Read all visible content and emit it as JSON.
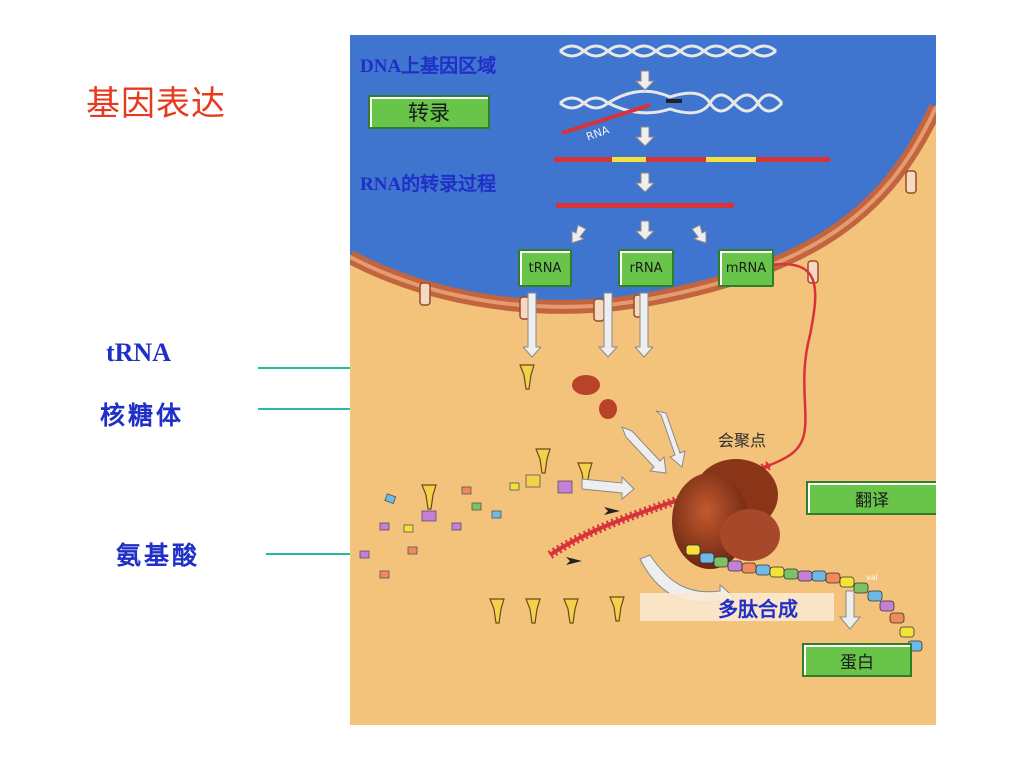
{
  "slide": {
    "title": "基因表达",
    "labels": {
      "trna": "tRNA",
      "ribosome": "核糖体",
      "amino_acid": "氨基酸"
    },
    "leader_color": "#27b9a2"
  },
  "diagram": {
    "heading_dna": "DNA上基因区域",
    "heading_rna": "RNA的转录过程",
    "strand_rna_label": "RNA",
    "boxes": {
      "transcription": "转录",
      "trna": "tRNA",
      "rrna": "rRNA",
      "mrna": "mRNA",
      "translation": "翻译",
      "protein": "蛋白"
    },
    "assembly_point": "会聚点",
    "polypeptide_synthesis": "多肽合成",
    "chain_bead_label": "val",
    "colors": {
      "nucleus": "#3f74cf",
      "cytoplasm": "#f3c37b",
      "membrane": "#c2653f",
      "box": "#69c54a",
      "label_blue": "#1f2fc8",
      "title_red": "#e8391f"
    }
  }
}
